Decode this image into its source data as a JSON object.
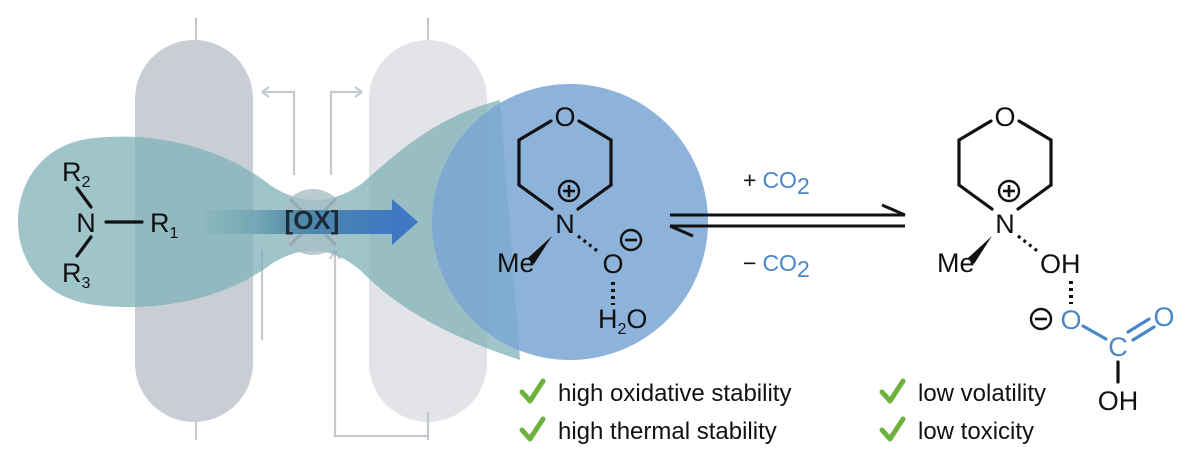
{
  "amine": {
    "n": "N",
    "r1": "R",
    "r1_sub": "1",
    "r2": "R",
    "r2_sub": "2",
    "r3": "R",
    "r3_sub": "3"
  },
  "oxidation_label": "[OX]",
  "nmmo_hydrate": {
    "oxygen": "O",
    "nitrogen": "N",
    "plus": "+",
    "minus": "−",
    "methyl": "Me",
    "oxide_o": "O",
    "water_h": "H",
    "water_sub": "2",
    "water_o": "O"
  },
  "equilibrium": {
    "forward_sign": "+",
    "forward_species": "CO",
    "forward_sub": "2",
    "reverse_sign": "−",
    "reverse_species": "CO",
    "reverse_sub": "2"
  },
  "nmmo_co2_adduct": {
    "oxygen": "O",
    "nitrogen": "N",
    "plus": "+",
    "methyl": "Me",
    "hydroxyl": "OH",
    "minus": "−",
    "bicarb_o1": "O",
    "bicarb_c": "C",
    "bicarb_o2": "O",
    "bicarb_oh": "OH"
  },
  "features": [
    "high oxidative stability",
    "high thermal stability",
    "low volatility",
    "low toxicity"
  ],
  "colors": {
    "teal": "#7fb2b8",
    "blue": "#7aa6d4",
    "column_left": "#c9cdd4",
    "column_right": "#e3e4e8",
    "check": "#6bb33c",
    "co2_blue": "#4a86c8"
  }
}
